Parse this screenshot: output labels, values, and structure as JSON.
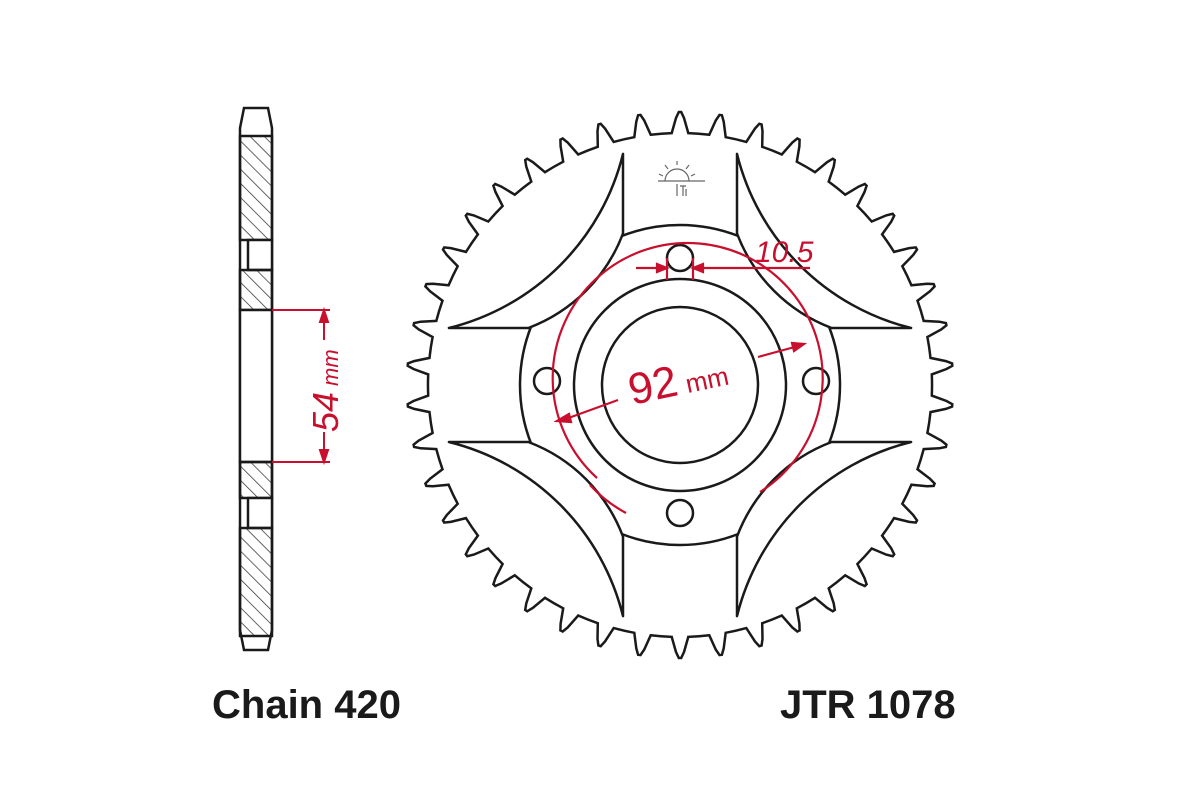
{
  "labels": {
    "chain": "Chain 420",
    "part_number": "JTR 1078"
  },
  "dimensions": {
    "hub_bore_value": "54",
    "hub_bore_unit": "mm",
    "pcd_value": "92",
    "pcd_unit": "mm",
    "bolt_hole": "10.5"
  },
  "colors": {
    "line": "#1a1a1a",
    "dimension": "#c8102e",
    "hatch": "#333333"
  }
}
